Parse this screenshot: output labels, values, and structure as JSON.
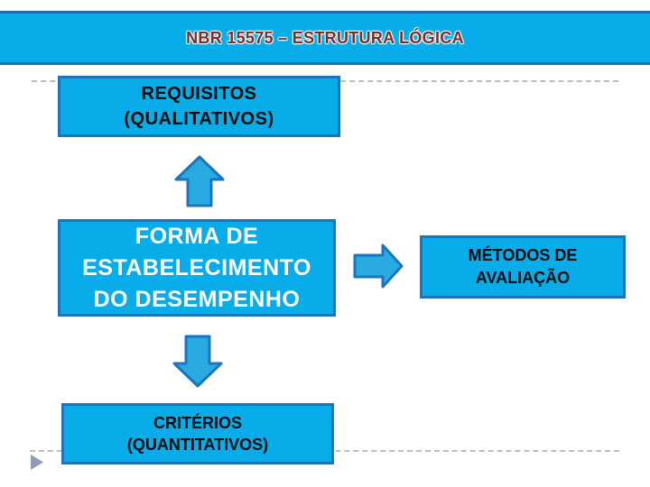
{
  "slide": {
    "title": "NBR 15575 – ESTRUTURA LÓGICA",
    "boxes": {
      "requisitos": {
        "lines": [
          "REQUISITOS",
          "(QUALITATIVOS)"
        ]
      },
      "forma": {
        "lines": [
          "FORMA DE",
          "ESTABELECIMENTO",
          "DO DESEMPENHO"
        ]
      },
      "metodos": {
        "lines": [
          "MÉTODOS DE",
          "AVALIAÇÃO"
        ]
      },
      "criterios": {
        "lines": [
          "CRITÉRIOS",
          "(QUANTITATIVOS)"
        ]
      }
    },
    "icons": {
      "flow_up": "up-arrow",
      "flow_right": "right-arrow",
      "flow_down": "down-arrow",
      "bullet": "play-triangle"
    },
    "colors": {
      "box_fill": "#07ACE8",
      "box_border": "#1B75BC",
      "banner_border": "#1471B8",
      "title_text": "#7A2E2A",
      "box_text_dark": "#0D0D0D",
      "box_text_light": "#FFFFFF",
      "dashed_line": "#BDBDBD",
      "play_triangle": "#8B9DB4"
    }
  }
}
